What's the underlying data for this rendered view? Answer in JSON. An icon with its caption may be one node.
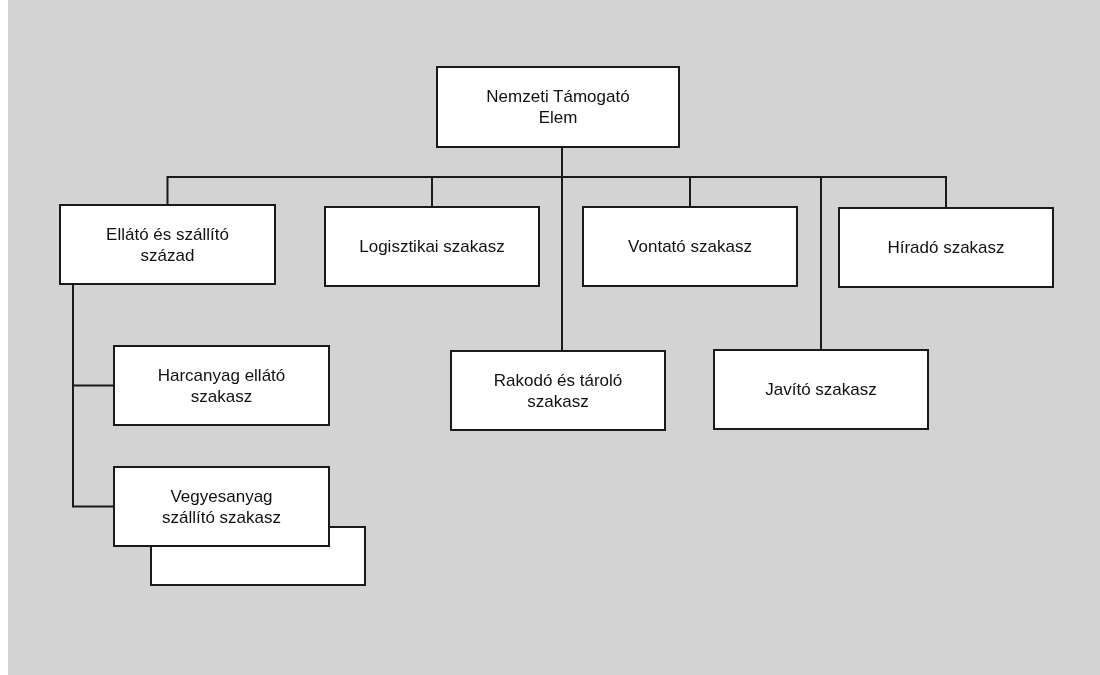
{
  "diagram": {
    "nodes": [
      {
        "text": [
          "Nemzeti Támogató Elem"
        ]
      },
      {
        "text": [
          "Ellátó és szállító század"
        ]
      },
      {
        "text": [
          "Logisztikai szakasz"
        ]
      },
      {
        "text": [
          "Vontató szakasz"
        ]
      },
      {
        "text": [
          "Híradó szakasz"
        ]
      },
      {
        "text": [
          "Harcanyag ellátó szakasz"
        ]
      },
      {
        "text": [
          "Rakodó és tároló szakasz"
        ]
      },
      {
        "text": [
          "Javító szakasz"
        ]
      },
      {
        "text": [
          "Vegyesanyag szállító szakasz"
        ]
      },
      {
        "text": [],
        "shape": "box"
      }
    ],
    "edges": [
      {
        "from": 0,
        "to": 1,
        "arrow": "none"
      },
      {
        "from": 0,
        "to": 2,
        "arrow": "none"
      },
      {
        "from": 0,
        "to": 3,
        "arrow": "none"
      },
      {
        "from": 0,
        "to": 4,
        "arrow": "none"
      },
      {
        "from": 0,
        "to": 6,
        "arrow": "none"
      },
      {
        "from": 0,
        "to": 7,
        "arrow": "none"
      },
      {
        "from": 1,
        "to": 5,
        "arrow": "none"
      },
      {
        "from": 1,
        "to": 8,
        "arrow": "none"
      }
    ]
  }
}
